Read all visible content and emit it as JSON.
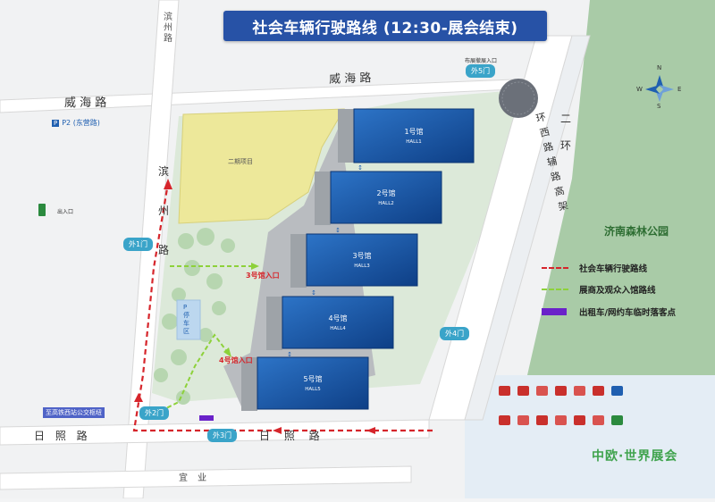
{
  "title": "社会车辆行驶路线 (12:30-展会结束)",
  "roads": {
    "weihai_top": "威 海 路",
    "weihai_left": "威 海 路",
    "binzhou_top": "滨州路",
    "binzhou_left": "滨 州 路",
    "rizhao": "日 照 路",
    "yiye": "宜 业",
    "ring_second": "二 环",
    "ring_west_elevated": "环 西 路 辅 路 高 架",
    "cancel_label": "布展撤展入口"
  },
  "places": {
    "phase2": "二期项目",
    "park": "济南森林公园",
    "p2": "P2 (东营路)",
    "entry_exit": "出入口",
    "parking_area": "P 停车区",
    "bus_stop": "至高铁西站公交枢纽"
  },
  "halls": [
    {
      "name": "1号馆",
      "sub": "HALL1"
    },
    {
      "name": "2号馆",
      "sub": "HALL2"
    },
    {
      "name": "3号馆",
      "sub": "HALL3"
    },
    {
      "name": "4号馆",
      "sub": "HALL4"
    },
    {
      "name": "5号馆",
      "sub": "HALL5"
    }
  ],
  "gates": {
    "out1": "外1门",
    "out2": "外2门",
    "out3": "外3门",
    "out4": "外4门",
    "out5": "外5门",
    "hall3_entry": "3号馆入口",
    "hall4_entry": "4号馆入口"
  },
  "legend": [
    {
      "label": "社会车辆行驶路线",
      "color": "#d6252b"
    },
    {
      "label": "展商及观众入馆路线",
      "color": "#8dd13a"
    },
    {
      "label": "出租车/网约车临时落客点",
      "color": "#6a22c9"
    }
  ],
  "compass": {
    "n": "N",
    "s": "S",
    "e": "E",
    "w": "W"
  },
  "logo": {
    "text": "中欧·世界展会"
  },
  "colors": {
    "title_bg": "#2752a6",
    "hall_fill": "#1f5fb0",
    "hall_dark": "#0e3f86",
    "phase2": "#ede89a",
    "green_area": "#d8e8d4",
    "park": "#a9cba7",
    "route_red": "#d6252b",
    "route_green": "#8dd13a",
    "taxi": "#6a22c9"
  },
  "icons": [
    "parking-icon",
    "compass-icon",
    "facility-icons"
  ]
}
